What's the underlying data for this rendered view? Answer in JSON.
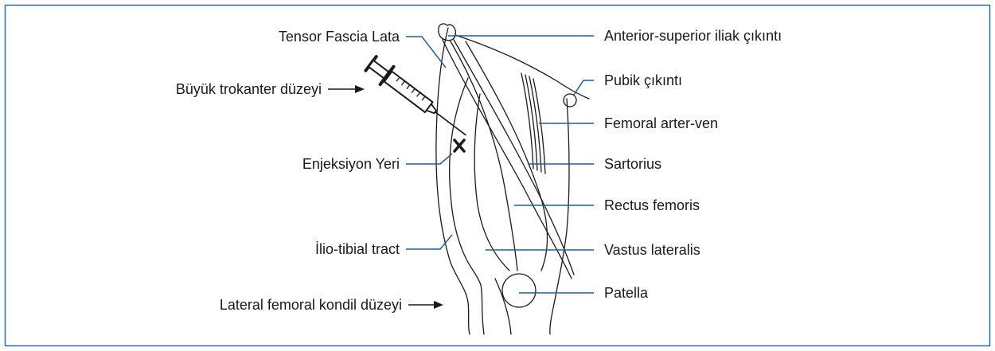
{
  "labels": {
    "tensor": "Tensor Fascia Lata",
    "trochanter": "Büyük trokanter düzeyi",
    "injection": "Enjeksiyon Yeri",
    "iliotibial": "İlio-tibial tract",
    "condyle": "Lateral femoral kondil düzeyi",
    "asis": "Anterior-superior iliak çıkıntı",
    "pubic": "Pubik çıkıntı",
    "femoral": "Femoral arter-ven",
    "sartorius": "Sartorius",
    "rectus": "Rectus femoris",
    "vastus": "Vastus lateralis",
    "patella": "Patella"
  },
  "colors": {
    "frame": "#2c6fa6",
    "leader": "#1f5f9a",
    "drawing": "#1a1a1a",
    "text": "#1a1a1a",
    "background": "#ffffff"
  },
  "icons": {
    "syringe": "syringe-icon",
    "injection_mark": "x-mark-icon"
  }
}
